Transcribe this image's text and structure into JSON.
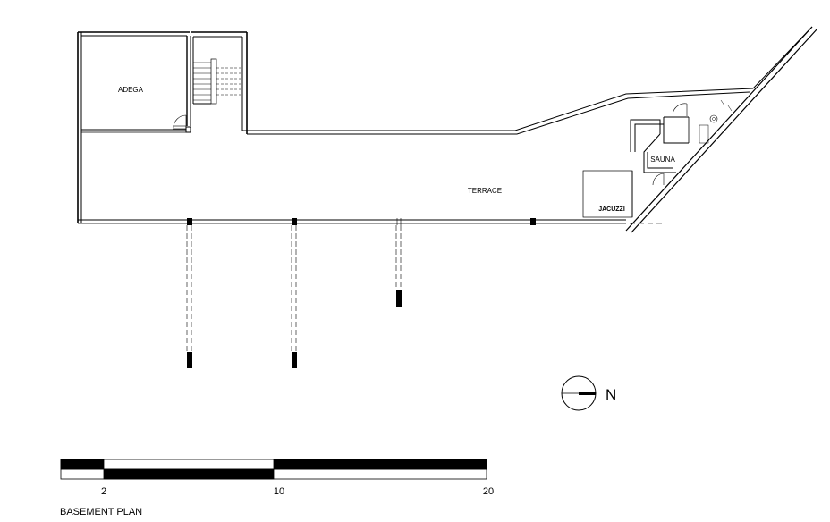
{
  "diagram": {
    "rooms": {
      "adega": "ADEGA",
      "terrace": "TERRACE",
      "sauna": "SAUNA",
      "jacuzzi": "JACUZZI"
    },
    "north_label": "N",
    "scale_bar": {
      "ticks": [
        "2",
        "10",
        "20"
      ]
    },
    "title": "BASEMENT PLAN"
  }
}
